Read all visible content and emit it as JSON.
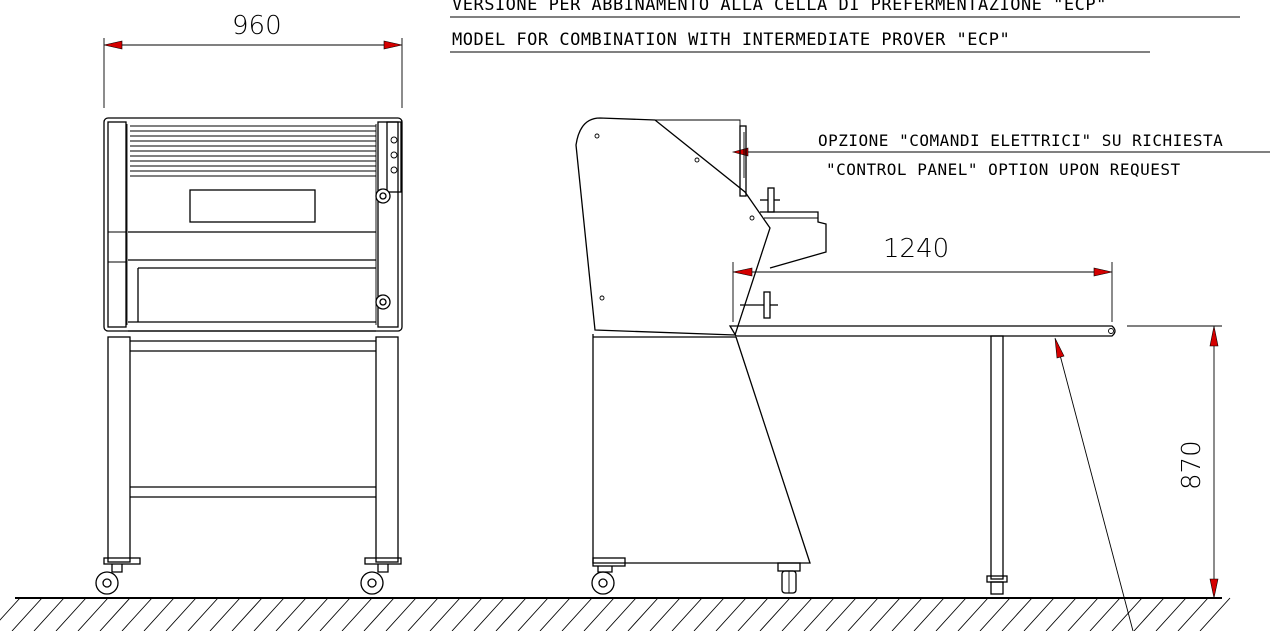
{
  "title": {
    "line1": "VERSIONE PER ABBINAMENTO ALLA CELLA DI PREFERMENTAZIONE \"ECP\"",
    "line2": "MODEL FOR COMBINATION WITH INTERMEDIATE PROVER \"ECP\""
  },
  "option_note": {
    "line1": "OPZIONE \"COMANDI ELETTRICI\" SU RICHIESTA",
    "line2": "\"CONTROL PANEL\" OPTION UPON REQUEST"
  },
  "dimensions": {
    "width": "960",
    "extension": "1240",
    "height": "870"
  },
  "colors": {
    "arrowhead": "#d40000",
    "line": "#000000"
  }
}
